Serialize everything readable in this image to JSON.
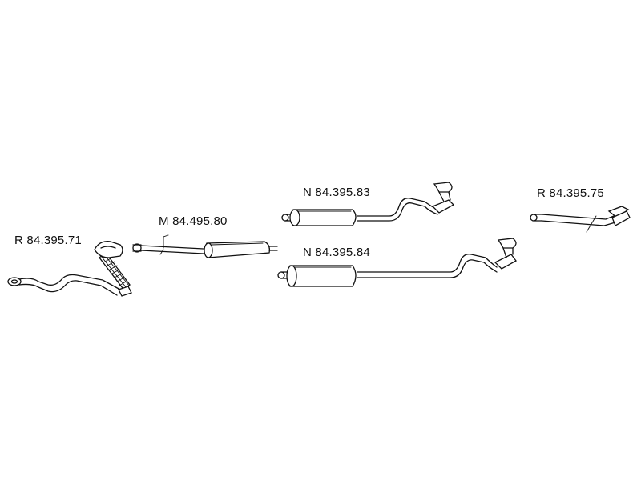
{
  "diagram": {
    "parts": [
      {
        "id": "front-pipe",
        "label": "R 84.395.71"
      },
      {
        "id": "middle-silencer",
        "label": "M 84.495.80"
      },
      {
        "id": "rear-silencer-short",
        "label": "N 84.395.83"
      },
      {
        "id": "rear-silencer-long",
        "label": "N 84.395.84"
      },
      {
        "id": "tail-pipe",
        "label": "R 84.395.75"
      }
    ]
  }
}
